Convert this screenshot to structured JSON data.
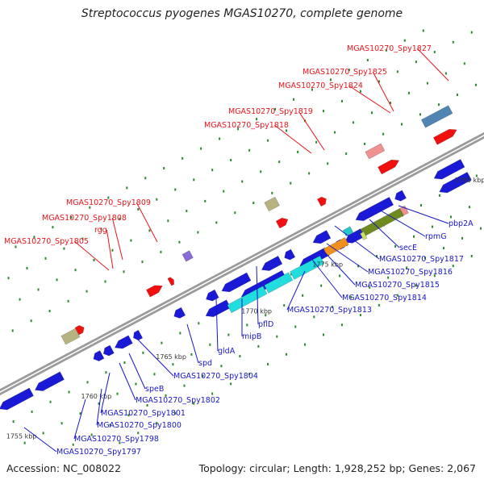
{
  "title": "Streptococcus pyogenes MGAS10270, complete genome",
  "footer": {
    "accession": "Accession: NC_008022",
    "summary": "Topology: circular; Length: 1,928,252 bp; Genes: 2,067"
  },
  "colors": {
    "forward_label": "#e8151b",
    "reverse_label": "#1616c8",
    "leader_line_forward": "#e8151b",
    "leader_line_reverse": "#1616c8",
    "backbone": "#9a9a9a",
    "cds_blue": "#1a1ad6",
    "cds_red": "#f01010",
    "rna_cyan": "#22dddd",
    "tick_green": "#2a8a2a"
  },
  "kbp_markers": [
    "1755 kbp",
    "1760 kbp",
    "1765 kbp",
    "1770 kbp",
    "1775 kbp",
    "1780 kbp"
  ],
  "forward_labels": [
    "MGAS10270_Spy1827",
    "MGAS10270_Spy1825",
    "MGAS10270_Spy1824",
    "MGAS10270_Spy1819",
    "MGAS10270_Spy1818",
    "MGAS10270_Spy1809",
    "MGAS10270_Spy1808",
    "rgg",
    "MGAS10270_Spy1805"
  ],
  "reverse_labels": [
    "pbp2A",
    "rpmG",
    "secE",
    "MGAS10270_Spy1817",
    "MGAS10270_Spy1816",
    "MGAS10270_Spy1815",
    "MGAS10270_Spy1814",
    "MGAS10270_Spy1813",
    "pflD",
    "mipB",
    "gldA",
    "spd",
    "MGAS10270_Spy1804",
    "speB",
    "MGAS10270_Spy1802",
    "MGAS10270_Spy1801",
    "MGAS10270_Spy1800",
    "MGAS10270_Spy1798",
    "MGAS10270_Spy1797"
  ]
}
